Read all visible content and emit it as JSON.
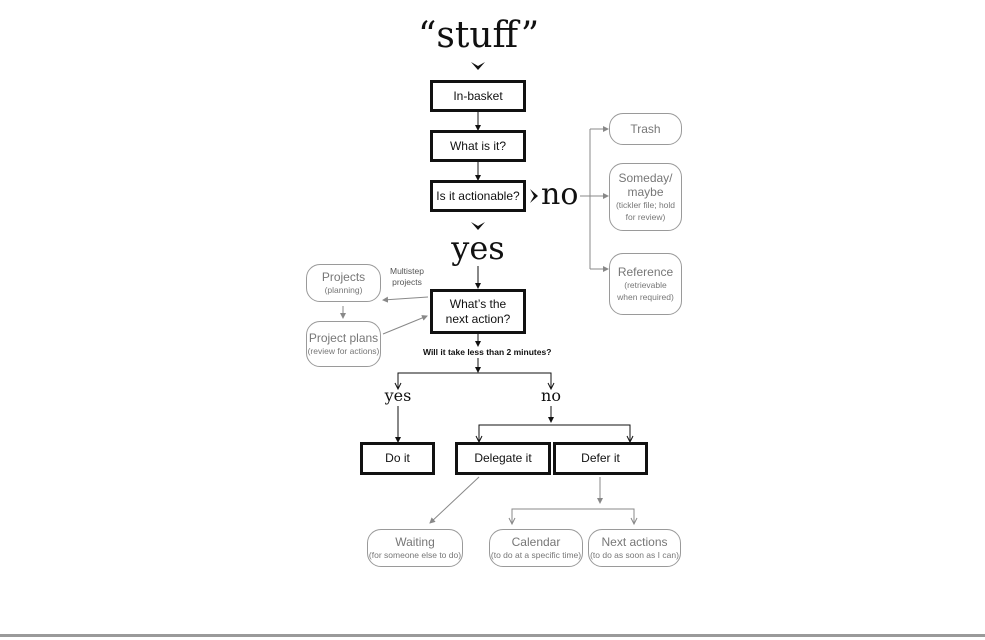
{
  "top": {
    "stuff": "“stuff”",
    "no": "no",
    "yes": "yes"
  },
  "boxes": {
    "in_basket": "In-basket",
    "what_is_it": "What is it?",
    "is_actionable": "Is it actionable?",
    "next_action_l1": "What’s the",
    "next_action_l2": "next action?",
    "do_it": "Do it",
    "delegate_it": "Delegate it",
    "defer_it": "Defer it"
  },
  "right_options": {
    "trash": "Trash",
    "someday_l1": "Someday/",
    "someday_l2": "maybe",
    "someday_s1": "(tickler file; hold",
    "someday_s2": "for review)",
    "reference": "Reference",
    "reference_s1": "(retrievable",
    "reference_s2": "when required)"
  },
  "projects": {
    "projects": "Projects",
    "projects_sub": "(planning)",
    "project_plans": "Project plans",
    "project_plans_sub": "(review for actions)",
    "multistep_l1": "Multistep",
    "multistep_l2": "projects"
  },
  "two_minute": {
    "question": "Will it take less than 2 minutes?",
    "yes": "yes",
    "no": "no"
  },
  "outcomes": {
    "waiting": "Waiting",
    "waiting_sub": "(for someone else to do)",
    "calendar": "Calendar",
    "calendar_sub": "(to do at a specific time)",
    "next_actions": "Next actions",
    "next_actions_sub": "(to do as soon as I can)"
  }
}
